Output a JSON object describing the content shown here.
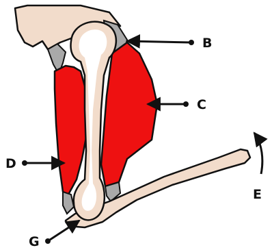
{
  "colors": {
    "muscle": "#ee1111",
    "bone": "#f2dccb",
    "tendon": "#a9a9a9",
    "outline": "#111111",
    "background": "#ffffff"
  },
  "labels": {
    "B": "B",
    "C": "C",
    "D": "D",
    "E": "E",
    "G": "G"
  }
}
